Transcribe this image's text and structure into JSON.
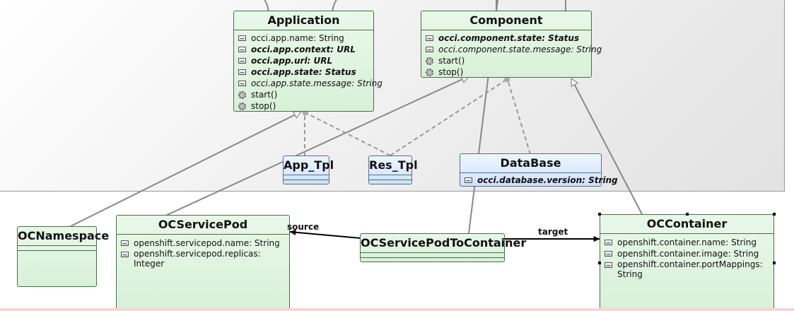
{
  "classes": {
    "application": {
      "name": "Application",
      "attrs": [
        {
          "text": "occi.app.name: String",
          "style": "normal"
        },
        {
          "text": "occi.app.context: URL",
          "style": "bold-italic"
        },
        {
          "text": "occi.app.url: URL",
          "style": "bold-italic"
        },
        {
          "text": "occi.app.state: Status",
          "style": "bold-italic"
        },
        {
          "text": "occi.app.state.message: String",
          "style": "italic"
        }
      ],
      "ops": [
        "start()",
        "stop()"
      ]
    },
    "component": {
      "name": "Component",
      "attrs": [
        {
          "text": "occi.component.state: Status",
          "style": "bold-italic"
        },
        {
          "text": "occi.component.state.message: String",
          "style": "italic"
        }
      ],
      "ops": [
        "start()",
        "stop()"
      ]
    },
    "app_tpl": {
      "name": "App_Tpl"
    },
    "res_tpl": {
      "name": "Res_Tpl"
    },
    "database": {
      "name": "DataBase",
      "attrs": [
        {
          "text": "occi.database.version: String",
          "style": "bold-italic"
        }
      ]
    },
    "ocnamespace": {
      "name": "OCNamespace"
    },
    "ocservicepod": {
      "name": "OCServicePod",
      "attrs": [
        "openshift.servicepod.name: String",
        "openshift.servicepod.replicas: Integer"
      ]
    },
    "ocservicepodtocontainer": {
      "name": "OCServicePodToContainer"
    },
    "occontainer": {
      "name": "OCContainer",
      "attrs": [
        "openshift.container.name: String",
        "openshift.container.image: String",
        "openshift.container.portMappings: String"
      ]
    }
  },
  "edge_labels": {
    "source": "source",
    "target": "target"
  },
  "colors": {
    "class_fill": "#d8f0d8",
    "mixin_fill": "#cfe2ff",
    "line": "#888888",
    "package_bg": "#e8e8e8"
  }
}
